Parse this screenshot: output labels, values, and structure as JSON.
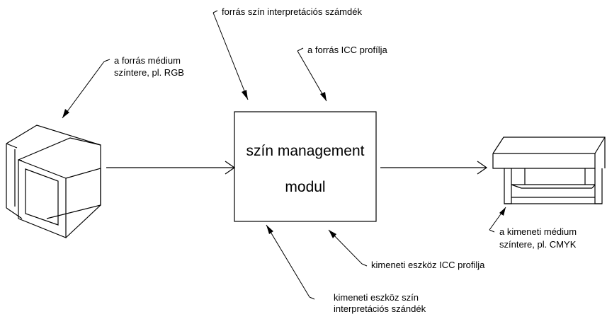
{
  "diagram": {
    "module": {
      "line1": "szín management",
      "line2": "modul"
    },
    "labels": {
      "source_intent": "forrás szín interpretációs számdék",
      "source_profile": "a forrás ICC profílja",
      "source_medium_line1": "a forrás médium",
      "source_medium_line2": "színtere, pl. RGB",
      "output_medium_line1": "a kimeneti médium",
      "output_medium_line2": "színtere, pl. CMYK",
      "output_profile": "kimeneti eszköz ICC profilja",
      "output_intent_line1": "kimeneti eszköz szín",
      "output_intent_line2": "interpretációs szándék"
    },
    "devices": {
      "source": "monitor-icon",
      "output": "printer-icon"
    }
  }
}
